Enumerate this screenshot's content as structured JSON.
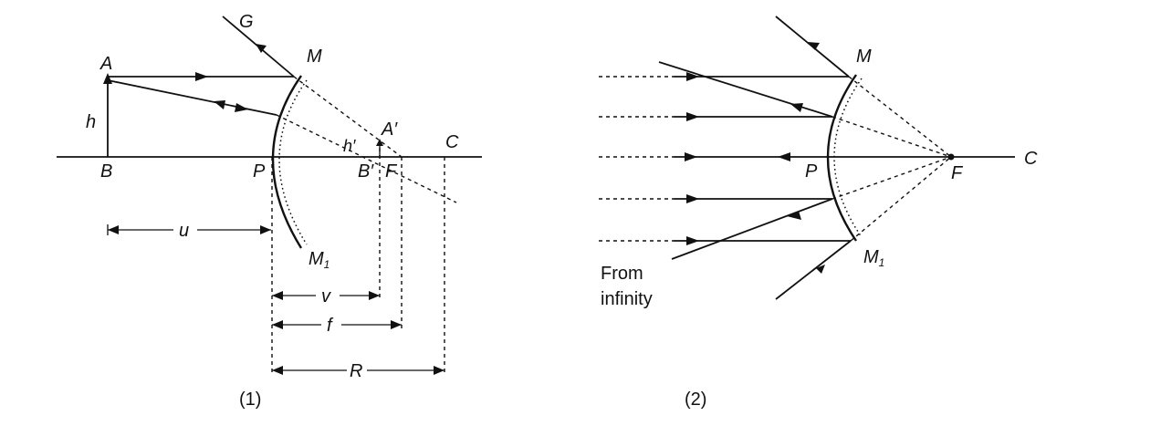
{
  "figure1": {
    "caption": "(1)",
    "labels": {
      "G": "G",
      "M": "M",
      "A": "A",
      "h": "h",
      "B": "B",
      "P": "P",
      "A_prime": "A′",
      "h_prime": "h′",
      "B_prime": "B′",
      "F": "F",
      "C": "C",
      "M1_main": "M",
      "M1_sub": "1",
      "u": "u",
      "v": "v",
      "f": "f",
      "R": "R"
    }
  },
  "figure2": {
    "caption": "(2)",
    "labels": {
      "M": "M",
      "P": "P",
      "F": "F",
      "C": "C",
      "M1_main": "M",
      "M1_sub": "1"
    },
    "note_line1": "From",
    "note_line2": "infinity"
  }
}
